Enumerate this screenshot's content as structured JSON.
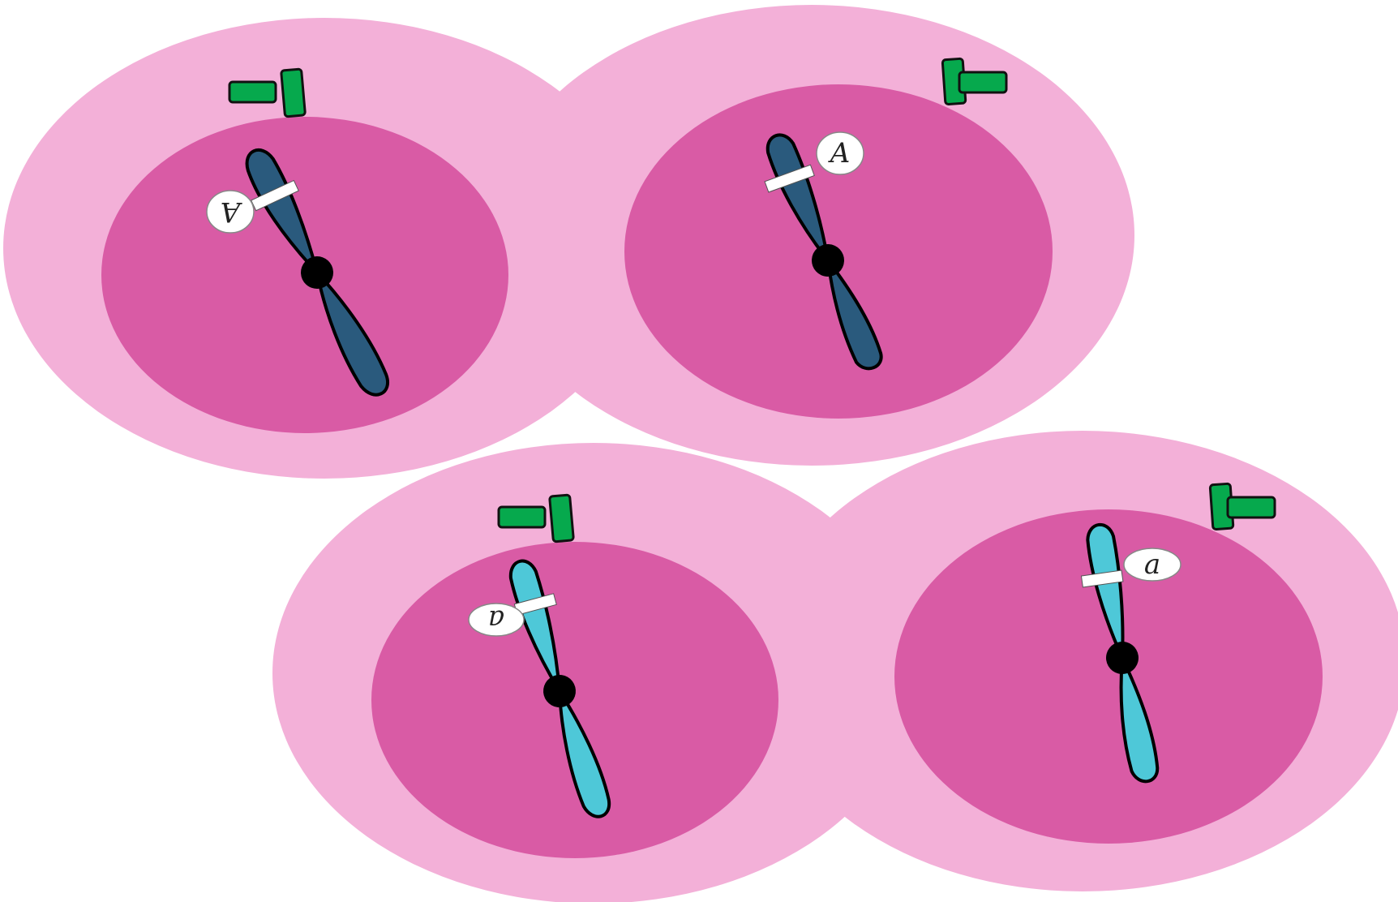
{
  "colors": {
    "cytoplasm": "#f3b0d8",
    "nucleus": "#d95ba5",
    "chromosome_dark": "#2a5a7d",
    "chromosome_light": "#4ec8d8",
    "centromere": "#000000",
    "centriole": "#06a94d",
    "gene_band": "#ffffff",
    "label_bubble": "#ffffff"
  },
  "cells": [
    {
      "id": "cell-top-left",
      "chromosome_shade": "dark",
      "allele": "A",
      "allele_flipped": true
    },
    {
      "id": "cell-top-right",
      "chromosome_shade": "dark",
      "allele": "A",
      "allele_flipped": false
    },
    {
      "id": "cell-bottom-left",
      "chromosome_shade": "light",
      "allele": "a",
      "allele_flipped": true
    },
    {
      "id": "cell-bottom-right",
      "chromosome_shade": "light",
      "allele": "a",
      "allele_flipped": false
    }
  ],
  "icons": {
    "centrosome": "centrosome-icon",
    "chromosome": "chromosome-icon",
    "centromere": "centromere-icon"
  }
}
